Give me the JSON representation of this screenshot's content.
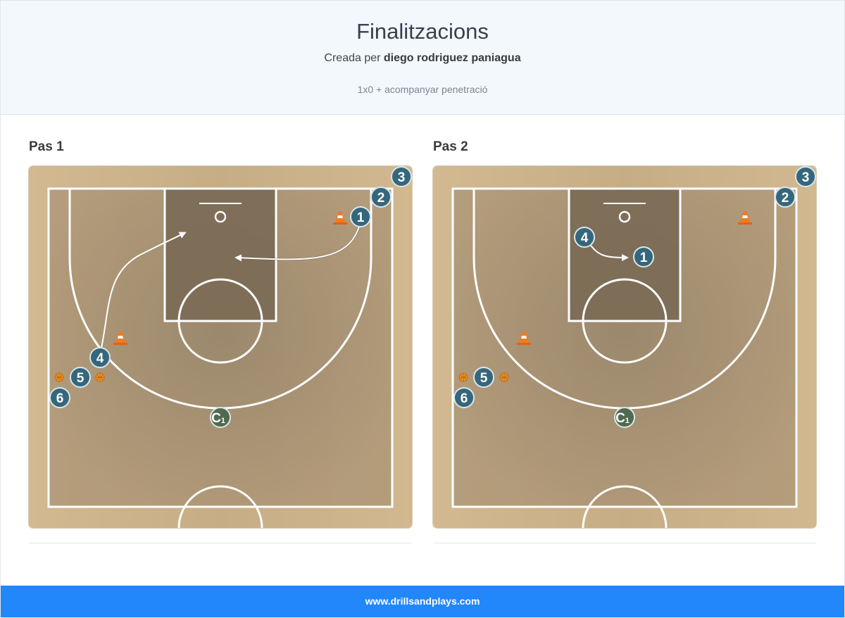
{
  "header": {
    "title": "Finalitzacions",
    "creator_prefix": "Creada per ",
    "creator_name": "diego rodriguez paniagua",
    "description": "1x0 + acompanyar penetració"
  },
  "steps": [
    {
      "label": "Pas 1",
      "players": [
        "3",
        "2",
        "1",
        "4",
        "5",
        "6"
      ],
      "coach": {
        "letter": "C",
        "sub": "1"
      },
      "cones": 2,
      "balls": 2
    },
    {
      "label": "Pas 2",
      "players": [
        "3",
        "2",
        "4",
        "1",
        "5",
        "6"
      ],
      "coach": {
        "letter": "C",
        "sub": "1"
      },
      "cones": 2,
      "balls": 2
    }
  ],
  "colors": {
    "court_wood": "#cdb48e",
    "paint": "#7a6a55",
    "player": "#35677c",
    "coach": "#4f6a4e",
    "cone": "#ee7b22",
    "footer": "#2187fb"
  },
  "footer": {
    "site": "www.drillsandplays.com"
  }
}
